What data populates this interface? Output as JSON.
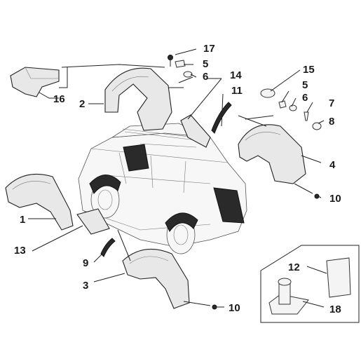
{
  "callouts": {
    "c1": "1",
    "c2": "2",
    "c3": "3",
    "c4": "4",
    "c5a": "5",
    "c5b": "5",
    "c6a": "6",
    "c6b": "6",
    "c7": "7",
    "c8": "8",
    "c9": "9",
    "c10a": "10",
    "c10b": "10",
    "c11": "11",
    "c12": "12",
    "c13": "13",
    "c14": "14",
    "c15": "15",
    "c16": "16",
    "c17": "17",
    "c18": "18"
  }
}
